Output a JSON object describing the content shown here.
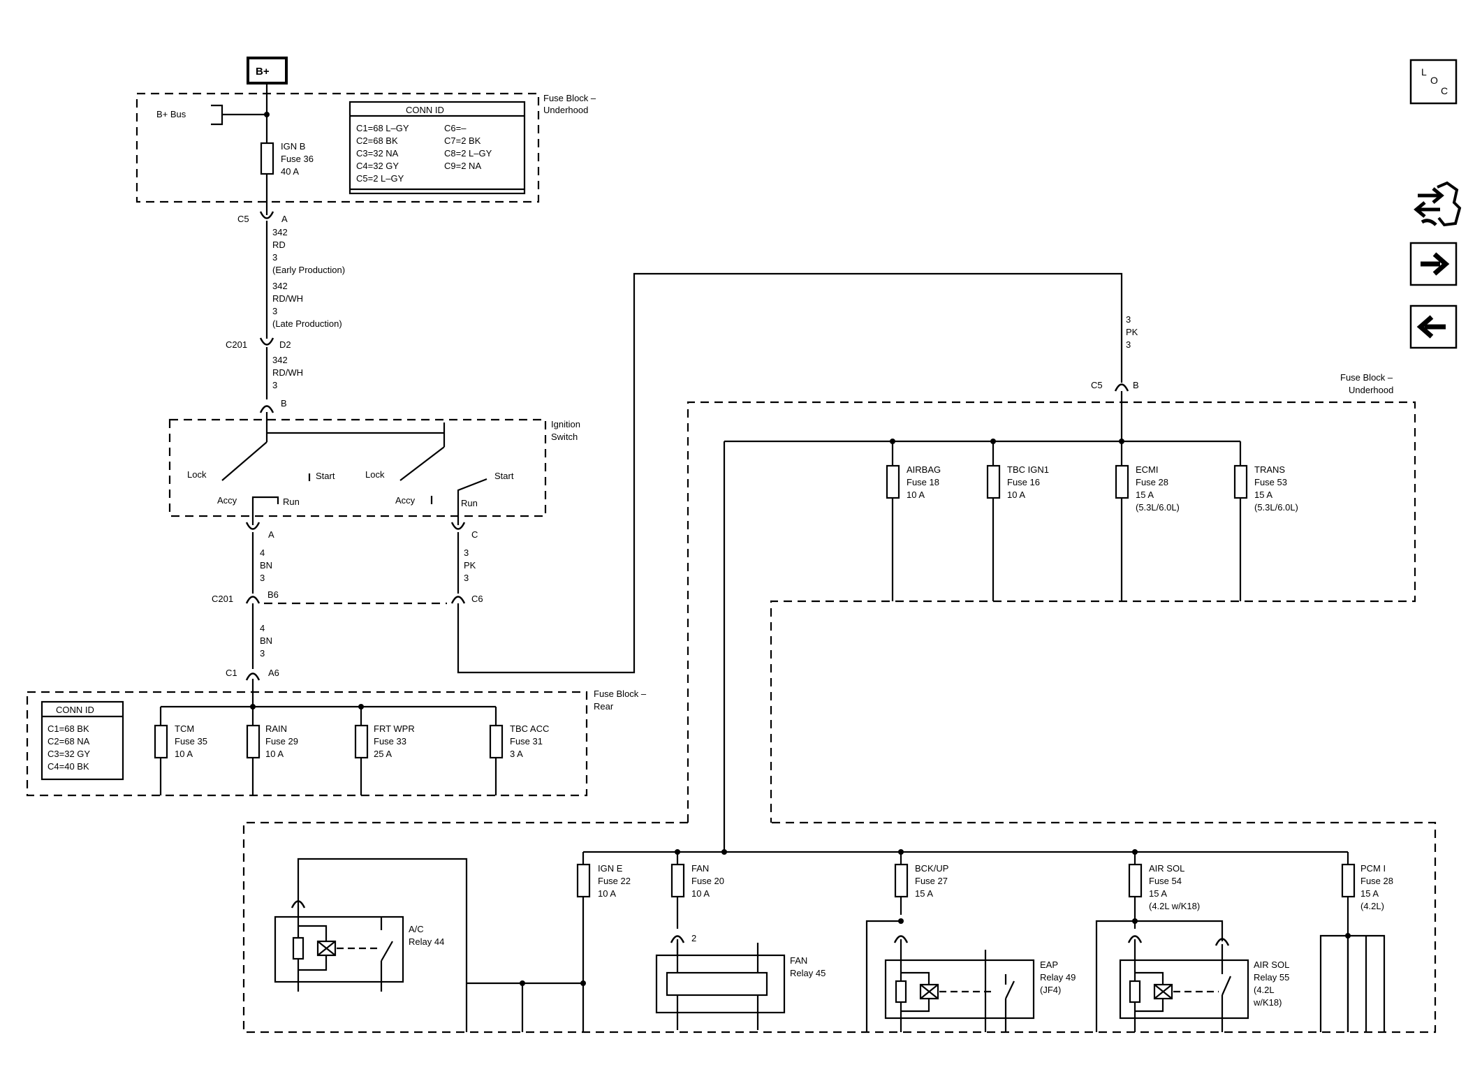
{
  "power": {
    "label": "B+"
  },
  "fuse_block_underhood_top": {
    "title_line1": "Fuse Block –",
    "title_line2": "Underhood",
    "bus_label": "B+ Bus",
    "fuse": {
      "name": "IGN B",
      "number": "Fuse 36",
      "rating": "40 A"
    },
    "conn_id": {
      "title": "CONN ID",
      "left": [
        "C1=68 L–GY",
        "C2=68 BK",
        "C3=32 NA",
        "C4=32 GY",
        "C5=2 L–GY"
      ],
      "right": [
        "C6=–",
        "C7=2 BK",
        "C8=2 L–GY",
        "C9=2 NA"
      ]
    }
  },
  "wire_c5a": {
    "connector": "C5",
    "pin": "A",
    "lines": [
      "342",
      "RD",
      "3",
      "(Early Production)",
      "342",
      "RD/WH",
      "3",
      "(Late Production)"
    ]
  },
  "wire_c201d2": {
    "connector": "C201",
    "pin": "D2",
    "lines": [
      "342",
      "RD/WH",
      "3"
    ],
    "pin_switch": "B"
  },
  "ignition_switch": {
    "title_line1": "Ignition",
    "title_line2": "Switch",
    "left_lock": "Lock",
    "left_accy": "Accy",
    "left_run": "Run",
    "left_start": "Start",
    "right_lock": "Lock",
    "right_accy": "Accy",
    "right_run": "Run",
    "right_start": "Start",
    "pin_a": "A",
    "pin_c": "C"
  },
  "wire_switch_a": {
    "lines": [
      "4",
      "BN",
      "3"
    ],
    "connector": "C201",
    "pin": "B6"
  },
  "wire_switch_c": {
    "lines": [
      "3",
      "PK",
      "3"
    ],
    "pin": "C6"
  },
  "wire_c1": {
    "lines": [
      "4",
      "BN",
      "3"
    ],
    "connector": "C1",
    "pin": "A6"
  },
  "fuse_block_rear": {
    "title_line1": "Fuse Block –",
    "title_line2": "Rear",
    "conn_id": {
      "title": "CONN ID",
      "items": [
        "C1=68 BK",
        "C2=68 NA",
        "C3=32 GY",
        "C4=40 BK"
      ]
    },
    "fuses": [
      {
        "name": "TCM",
        "number": "Fuse 35",
        "rating": "10 A"
      },
      {
        "name": "RAIN",
        "number": "Fuse 29",
        "rating": "10 A"
      },
      {
        "name": "FRT WPR",
        "number": "Fuse 33",
        "rating": "25 A"
      },
      {
        "name": "TBC ACC",
        "number": "Fuse 31",
        "rating": "3 A"
      }
    ]
  },
  "wire_pk_top": {
    "lines": [
      "3",
      "PK",
      "3"
    ],
    "connector": "C5",
    "pin": "B"
  },
  "fuse_block_underhood_right": {
    "title_line1": "Fuse Block –",
    "title_line2": "Underhood",
    "fuses": [
      {
        "name": "AIRBAG",
        "number": "Fuse 18",
        "rating": "10 A",
        "note": ""
      },
      {
        "name": "TBC IGN1",
        "number": "Fuse 16",
        "rating": "10 A",
        "note": ""
      },
      {
        "name": "ECMI",
        "number": "Fuse 28",
        "rating": "15 A",
        "note": "(5.3L/6.0L)"
      },
      {
        "name": "TRANS",
        "number": "Fuse 53",
        "rating": "15 A",
        "note": "(5.3L/6.0L)"
      }
    ]
  },
  "bottom_section": {
    "ac_relay": {
      "name": "A/C",
      "number": "Relay 44"
    },
    "fuses": [
      {
        "name": "IGN E",
        "number": "Fuse 22",
        "rating": "10 A",
        "note": ""
      },
      {
        "name": "FAN",
        "number": "Fuse 20",
        "rating": "10 A",
        "note": ""
      },
      {
        "name": "BCK/UP",
        "number": "Fuse 27",
        "rating": "15 A",
        "note": ""
      },
      {
        "name": "AIR SOL",
        "number": "Fuse 54",
        "rating": "15 A",
        "note": "(4.2L w/K18)"
      },
      {
        "name": "PCM I",
        "number": "Fuse 28",
        "rating": "15 A",
        "note": "(4.2L)"
      }
    ],
    "fan_relay": {
      "name": "FAN",
      "number": "Relay 45",
      "pin": "2"
    },
    "eap_relay": {
      "name": "EAP",
      "number": "Relay 49",
      "note": "(JF4)"
    },
    "air_sol_relay": {
      "name": "AIR SOL",
      "number": "Relay 55",
      "note1": "(4.2L",
      "note2": "w/K18)"
    }
  },
  "nav": {
    "loc_l": "L",
    "loc_o": "O",
    "loc_c": "C",
    "icons": [
      "loc-icon",
      "harness-icon",
      "arrow-right-icon",
      "arrow-left-icon"
    ]
  }
}
